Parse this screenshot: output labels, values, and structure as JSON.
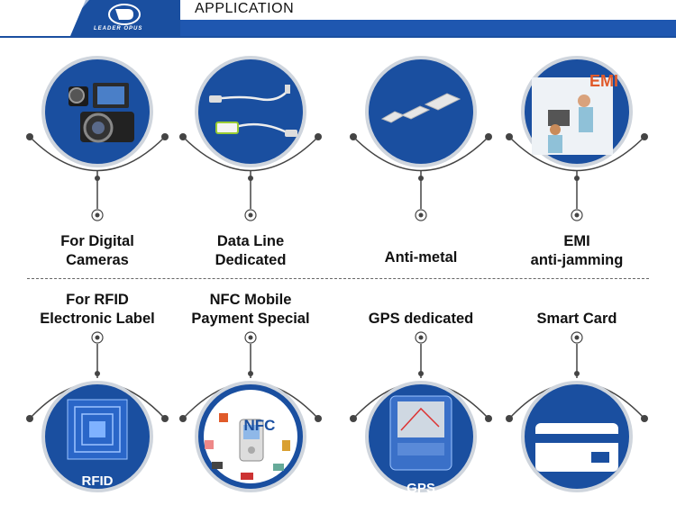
{
  "header": {
    "title": "APPLICATION",
    "logo_text": "LEADER OPUS"
  },
  "top_row": [
    {
      "line1": "For Digital",
      "line2": "Cameras",
      "icon": "camera-icon"
    },
    {
      "line1": "Data Line",
      "line2": "Dedicated",
      "icon": "cable-icon"
    },
    {
      "line1": "Anti-metal",
      "line2": "",
      "icon": "ferrite-sheet-icon"
    },
    {
      "line1": "EMI",
      "line2": "anti-jamming",
      "icon": "emi-icon",
      "badge": "EMI"
    }
  ],
  "bottom_row": [
    {
      "line1": "For   RFID",
      "line2": "Electronic Label",
      "icon": "rfid-chip-icon",
      "badge": "RFID"
    },
    {
      "line1": "NFC Mobile",
      "line2": "Payment Special",
      "icon": "nfc-phone-icon",
      "badge": "NFC"
    },
    {
      "line1": "GPS dedicated",
      "line2": "",
      "icon": "gps-device-icon",
      "badge": "GPS"
    },
    {
      "line1": "Smart Card",
      "line2": "",
      "icon": "smart-card-icon"
    }
  ],
  "colors": {
    "accent": "#1a4fa0",
    "line": "#444444"
  }
}
